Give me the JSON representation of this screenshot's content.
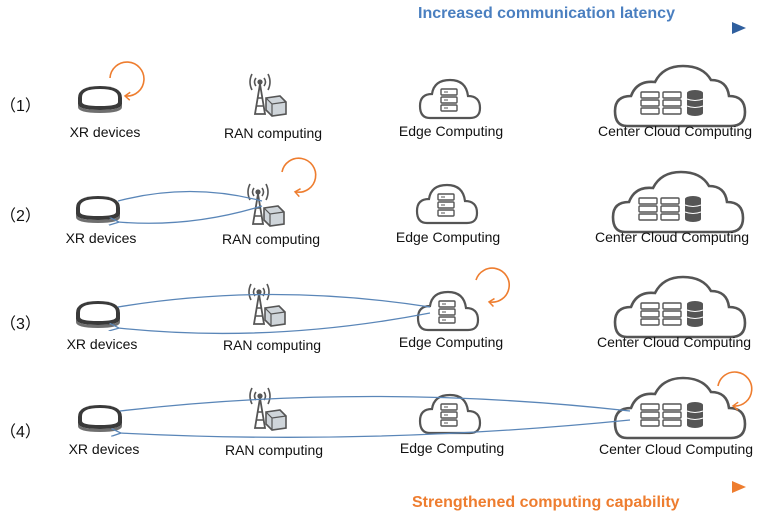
{
  "header": {
    "latency_label": "Increased communication  latency"
  },
  "footer": {
    "capability_label": "Strengthened computing capability"
  },
  "colors": {
    "latency_arrow": "#3b6faf",
    "capability_arrow": "#ee7d2f",
    "link": "#5a86b8",
    "loop": "#ee7d2f",
    "icon_stroke": "#666666"
  },
  "rows": [
    {
      "index": "（1）",
      "xr": "XR devices",
      "ran": "RAN computing",
      "edge": "Edge Computing",
      "cloud": "Center Cloud Computing",
      "processing_at": "XR devices"
    },
    {
      "index": "（2）",
      "xr": "XR devices",
      "ran": "RAN computing",
      "edge": "Edge Computing",
      "cloud": "Center Cloud Computing",
      "processing_at": "RAN computing"
    },
    {
      "index": "（3）",
      "xr": "XR devices",
      "ran": "RAN computing",
      "edge": "Edge Computing",
      "cloud": "Center Cloud Computing",
      "processing_at": "Edge Computing"
    },
    {
      "index": "（4）",
      "xr": "XR devices",
      "ran": "RAN computing",
      "edge": "Edge Computing",
      "cloud": "Center Cloud Computing",
      "processing_at": "Center Cloud Computing"
    }
  ]
}
